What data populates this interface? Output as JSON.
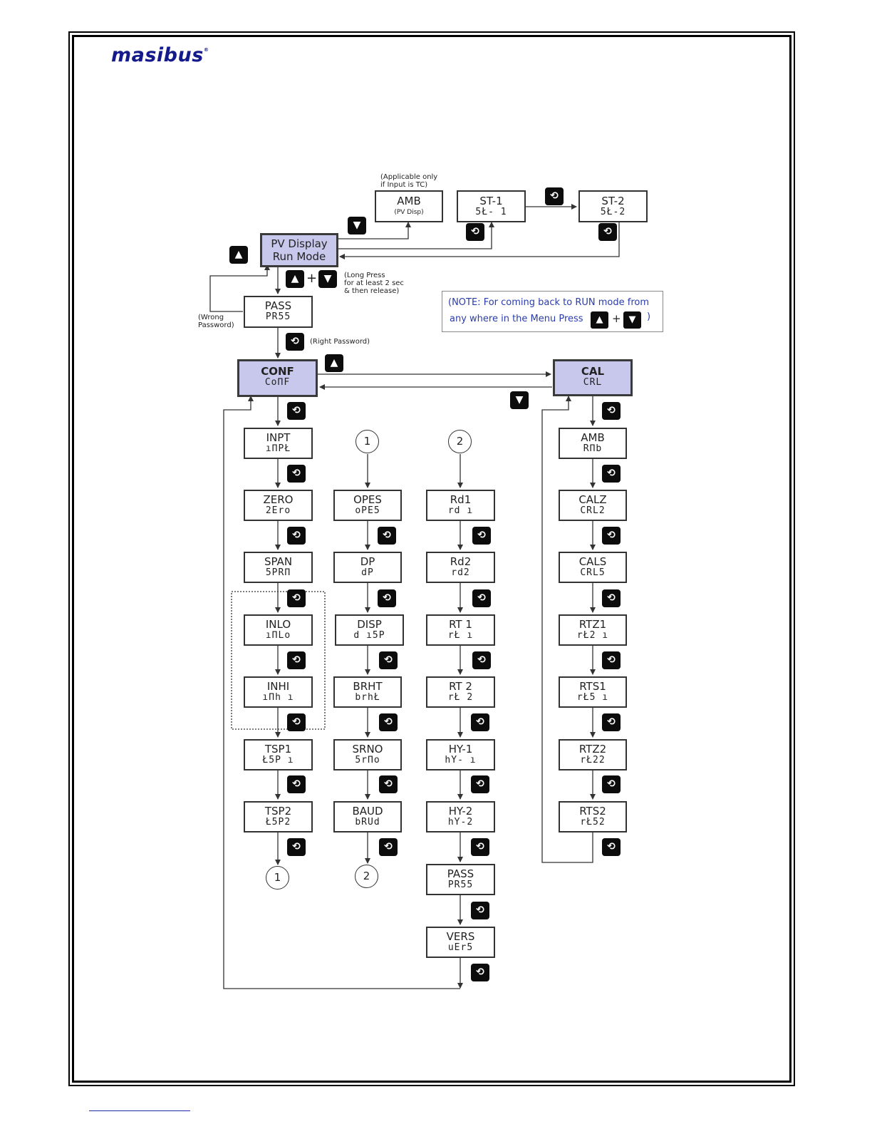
{
  "logo": {
    "text": "masibus",
    "mark": "®"
  },
  "icons": {
    "enter": "enter-key-icon",
    "up": "up-key-icon",
    "down": "down-key-icon",
    "plus": "+"
  },
  "boxes": {
    "amb_top": {
      "l1": "AMB",
      "l2": "(PV Disp)"
    },
    "st1": {
      "l1": "ST-1",
      "l2": "5Ł- 1"
    },
    "st2": {
      "l1": "ST-2",
      "l2": "5Ł-2"
    },
    "pv": {
      "l1": "PV Display",
      "l2": "Run Mode"
    },
    "pass_top": {
      "l1": "PASS",
      "l2": "PR55"
    },
    "conf": {
      "l1": "CONF",
      "l2": "CoΠF"
    },
    "cal": {
      "l1": "CAL",
      "l2": "CRL"
    },
    "inpt": {
      "l1": "INPT",
      "l2": "ıΠPŁ"
    },
    "zero": {
      "l1": "ZERO",
      "l2": "2Ero"
    },
    "span": {
      "l1": "SPAN",
      "l2": "5PRΠ"
    },
    "inlo": {
      "l1": "INLO",
      "l2": "ıΠLo"
    },
    "inhi": {
      "l1": "INHI",
      "l2": "ıΠh ı"
    },
    "tsp1": {
      "l1": "TSP1",
      "l2": "Ł5P ı"
    },
    "tsp2": {
      "l1": "TSP2",
      "l2": "Ł5P2"
    },
    "opes": {
      "l1": "OPES",
      "l2": "oPE5"
    },
    "dp": {
      "l1": "DP",
      "l2": "dP"
    },
    "disp": {
      "l1": "DISP",
      "l2": "d ı5P"
    },
    "brht": {
      "l1": "BRHT",
      "l2": "brhŁ"
    },
    "srno": {
      "l1": "SRNO",
      "l2": "5rΠo"
    },
    "baud": {
      "l1": "BAUD",
      "l2": "bRUd"
    },
    "rd1": {
      "l1": "Rd1",
      "l2": "rd ı"
    },
    "rd2": {
      "l1": "Rd2",
      "l2": "rd2"
    },
    "rt1": {
      "l1": "RT 1",
      "l2": "rŁ  ı"
    },
    "rt2": {
      "l1": "RT 2",
      "l2": "rŁ  2"
    },
    "hy1": {
      "l1": "HY-1",
      "l2": "hY- ı"
    },
    "hy2": {
      "l1": "HY-2",
      "l2": "hY-2"
    },
    "pass_bot": {
      "l1": "PASS",
      "l2": "PR55"
    },
    "vers": {
      "l1": "VERS",
      "l2": "uEr5"
    },
    "amb_cal": {
      "l1": "AMB",
      "l2": "RΠb"
    },
    "calz": {
      "l1": "CALZ",
      "l2": "CRL2"
    },
    "cals": {
      "l1": "CALS",
      "l2": "CRL5"
    },
    "rtz1": {
      "l1": "RTZ1",
      "l2": "rŁ2 ı"
    },
    "rts1": {
      "l1": "RTS1",
      "l2": "rŁ5 ı"
    },
    "rtz2": {
      "l1": "RTZ2",
      "l2": "rŁ22"
    },
    "rts2": {
      "l1": "RTS2",
      "l2": "rŁ52"
    }
  },
  "connectors": {
    "c1": "1",
    "c2": "2"
  },
  "annotations": {
    "applicable_1": "(Applicable only",
    "applicable_2": "if Input is TC)",
    "long_press_1": "(Long Press",
    "long_press_2": "for at least 2 sec",
    "long_press_3": "& then release)",
    "wrong_1": "(Wrong",
    "wrong_2": "Password)",
    "right": "(Right Password)"
  },
  "note": {
    "line1": "(NOTE: For coming back to RUN mode from",
    "line2": "any where in the Menu Press",
    "close": ")"
  }
}
